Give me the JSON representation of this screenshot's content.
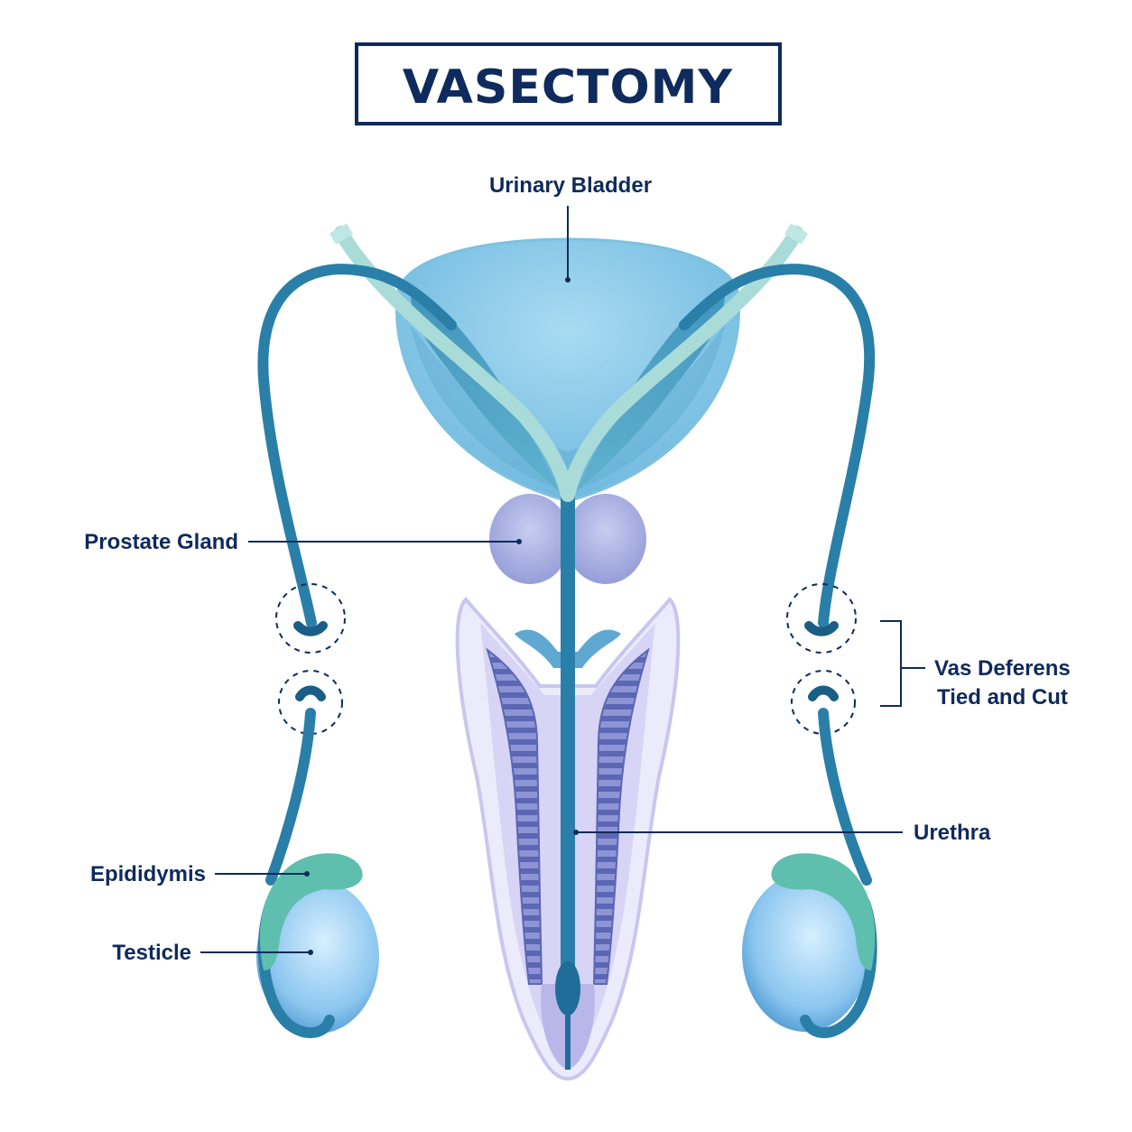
{
  "title": "VASECTOMY",
  "labels": {
    "urinary_bladder": "Urinary Bladder",
    "prostate_gland": "Prostate Gland",
    "vas_deferens_line1": "Vas Deferens",
    "vas_deferens_line2": "Tied and Cut",
    "urethra": "Urethra",
    "epididymis": "Epididymis",
    "testicle": "Testicle"
  },
  "colors": {
    "navy_text": "#0f2a5c",
    "vas_deferens": "#2a7fa8",
    "ureter": "#a9dcd9",
    "bladder": "#7cc3e6",
    "prostate": "#a9b0e0",
    "penis_outline": "#c9c6ef",
    "erectile_tissue": "#7a84c9",
    "epididymis": "#5fbfae",
    "testicle": "#9fd0f3"
  }
}
